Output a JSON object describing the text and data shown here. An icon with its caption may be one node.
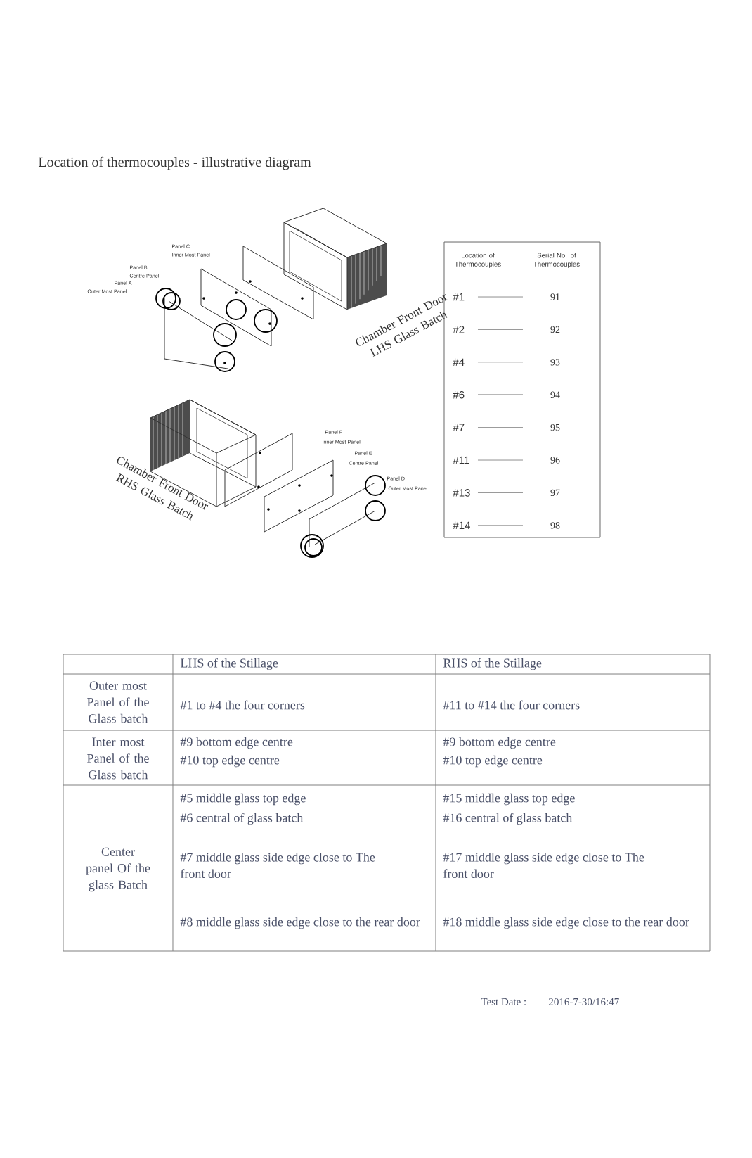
{
  "diagram": {
    "title": "Location of thermocouples - illustrative diagram",
    "labels": [
      "Panel C",
      "Inner Most Panel",
      "Panel B",
      "Centre Panel",
      "Panel A",
      "Outer Most Panel",
      "Chamber Front Door LHS Glass Batch",
      "Location of Thermocouples",
      "Serial No. of Thermocouples",
      "#1",
      "91",
      "#2",
      "92",
      "#4",
      "93",
      "#6",
      "94",
      "#7",
      "95",
      "#11",
      "96",
      "#13",
      "97",
      "#14",
      "98",
      "Panel F",
      "Inner Most Panel",
      "Panel E",
      "Centre Panel",
      "Panel D",
      "Outer Most Panel",
      "Chamber Front Door RHS Glass Batch",
      "LHS of the Stillage",
      "RHS of the Stillage",
      "Outer most Panel of the Glass batch",
      "#1 to #4 the four corners",
      "#11 to #14 the four corners",
      "Inter most Panel of the Glass batch",
      "#9 bottom edge centre",
      "#10 top edge centre",
      "#9 bottom edge centre",
      "#10 top edge centre",
      "Center panel Of the glass Batch",
      "#5 middle glass top edge",
      "#6 central of glass batch",
      "#7 middle glass side edge close to The front door",
      "#8 middle glass side edge close to the rear door",
      "#15 middle glass top edge",
      "#16 central of glass batch",
      "#17 middle glass side edge close to The front door",
      "#18 middle glass side edge close to the rear door",
      "Test Date :",
      "2016-7-30/16:47"
    ]
  }
}
